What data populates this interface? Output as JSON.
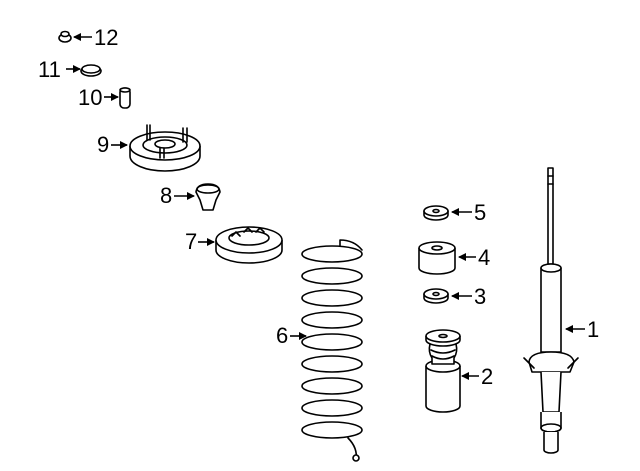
{
  "diagram": {
    "callouts": [
      {
        "id": "1",
        "label": "1",
        "part": "strut-assembly"
      },
      {
        "id": "2",
        "label": "2",
        "part": "dust-boot"
      },
      {
        "id": "3",
        "label": "3",
        "part": "lower-washer"
      },
      {
        "id": "4",
        "label": "4",
        "part": "bump-stop"
      },
      {
        "id": "5",
        "label": "5",
        "part": "upper-washer"
      },
      {
        "id": "6",
        "label": "6",
        "part": "coil-spring"
      },
      {
        "id": "7",
        "label": "7",
        "part": "spring-seat"
      },
      {
        "id": "8",
        "label": "8",
        "part": "bushing"
      },
      {
        "id": "9",
        "label": "9",
        "part": "upper-mount"
      },
      {
        "id": "10",
        "label": "10",
        "part": "cap"
      },
      {
        "id": "11",
        "label": "11",
        "part": "washer"
      },
      {
        "id": "12",
        "label": "12",
        "part": "nut"
      }
    ]
  }
}
